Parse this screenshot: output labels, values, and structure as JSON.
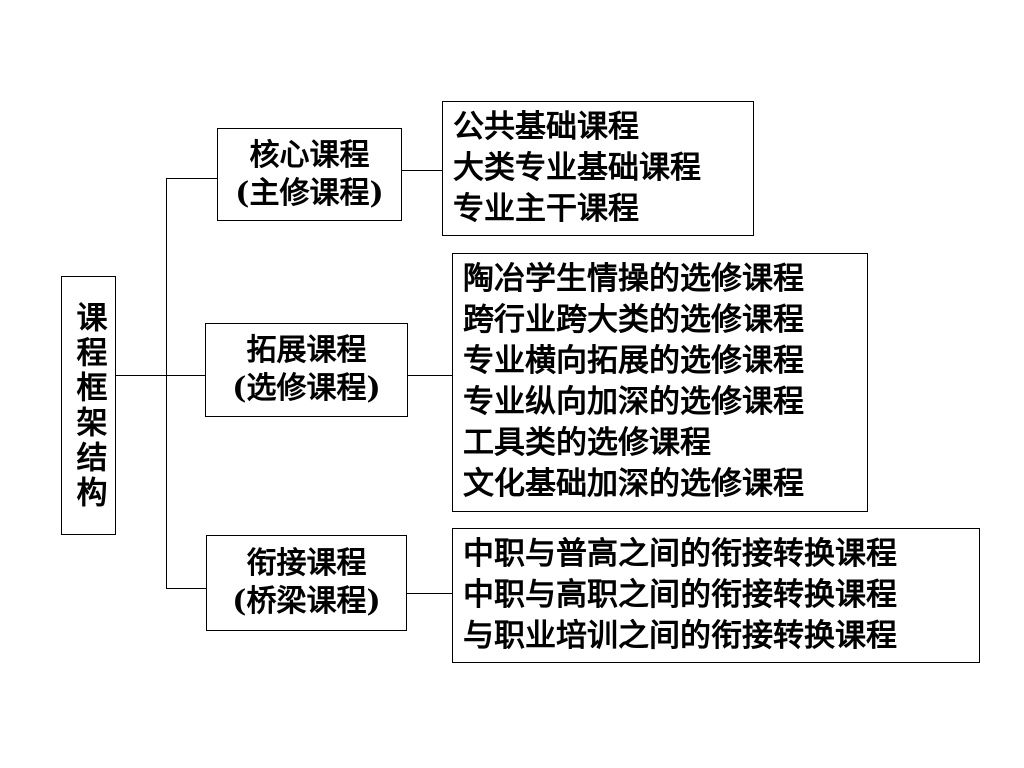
{
  "root": {
    "label": "课程框架结构"
  },
  "categories": [
    {
      "line1": "核心课程",
      "line2": "(主修课程)",
      "courses": [
        "公共基础课程",
        "大类专业基础课程",
        "专业主干课程"
      ]
    },
    {
      "line1": "拓展课程",
      "line2": "(选修课程)",
      "courses": [
        "陶冶学生情操的选修课程",
        "跨行业跨大类的选修课程",
        "专业横向拓展的选修课程",
        "专业纵向加深的选修课程",
        "工具类的选修课程",
        "文化基础加深的选修课程"
      ]
    },
    {
      "line1": "衔接课程",
      "line2": "(桥梁课程)",
      "courses": [
        "中职与普高之间的衔接转换课程",
        "中职与高职之间的衔接转换课程",
        "与职业培训之间的衔接转换课程"
      ]
    }
  ]
}
